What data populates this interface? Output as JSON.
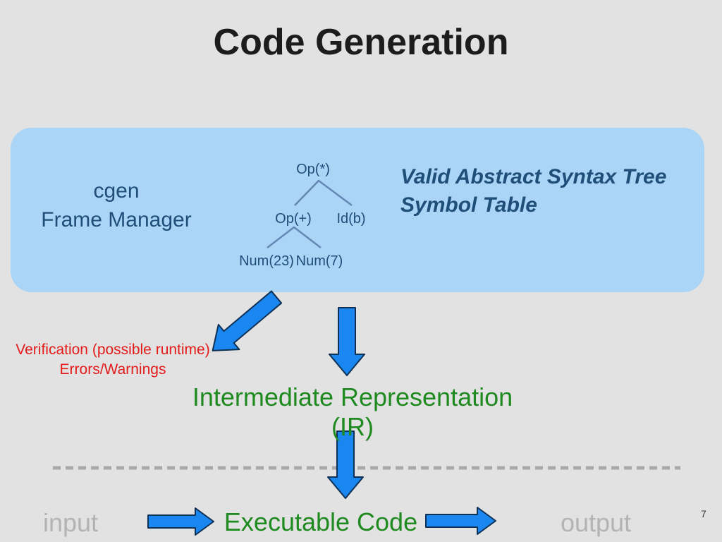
{
  "slide": {
    "title": "Code Generation",
    "page_number": "7"
  },
  "ast_box": {
    "label_line1": "cgen",
    "label_line2": "Frame Manager",
    "caption_line1": "Valid Abstract Syntax Tree",
    "caption_line2": "Symbol Table",
    "tree": {
      "root": "Op(*)",
      "left_child": "Op(+)",
      "right_child": "Id(b)",
      "grandchild_left": "Num(23)",
      "grandchild_right": "Num(7)"
    }
  },
  "verification": {
    "line1": "Verification (possible runtime)",
    "line2": "Errors/Warnings"
  },
  "ir_label": "Intermediate Representation (IR)",
  "pipeline": {
    "input_label": "input",
    "executable_label": "Executable Code",
    "output_label": "output"
  },
  "colors": {
    "background": "#e2e2e2",
    "ast_box_fill": "#aad5f7",
    "dark_blue_text": "#1f4e79",
    "arrow_fill": "#1a86f0",
    "arrow_outline": "#0e3055",
    "error_red": "#e31b1b",
    "ir_green": "#1f8a1f",
    "muted_gray": "#b3b3b3"
  }
}
